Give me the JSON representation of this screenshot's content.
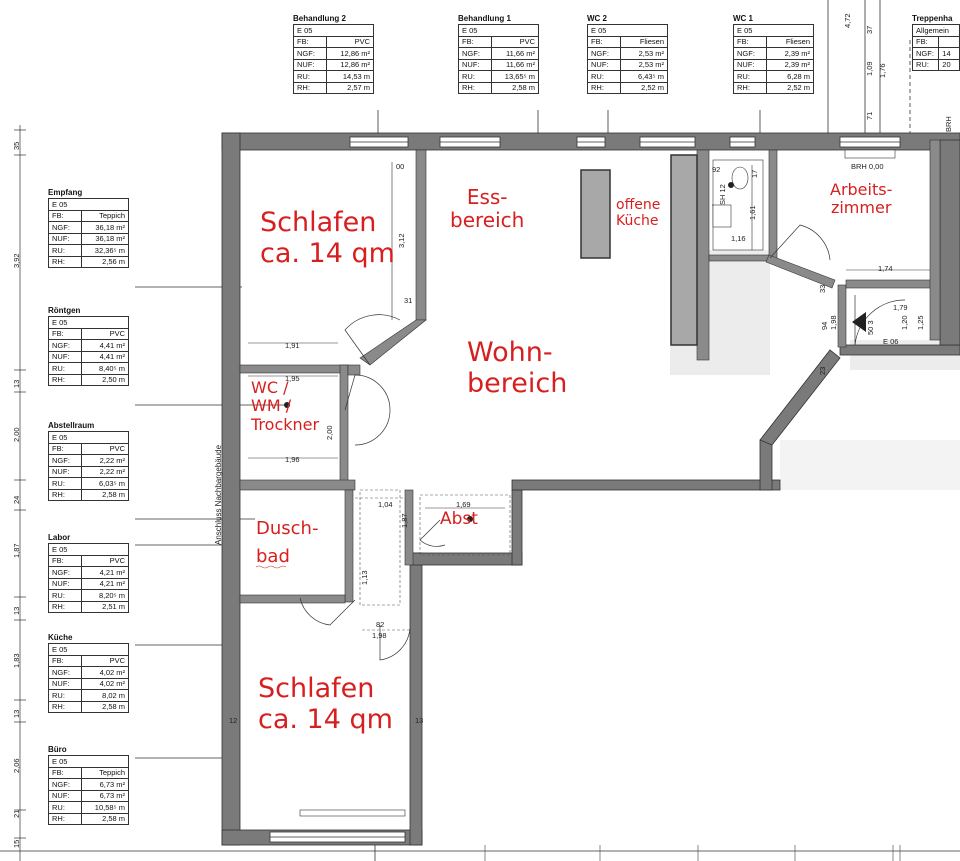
{
  "room_tables": [
    {
      "title": "Behandlung 2",
      "level": "E 05",
      "fb": "PVC",
      "ngf": "12,86 m²",
      "nuf": "12,86 m²",
      "ru": "14,53 m",
      "rh": "2,57 m"
    },
    {
      "title": "Behandlung 1",
      "level": "E 05",
      "fb": "PVC",
      "ngf": "11,66 m²",
      "nuf": "11,66 m²",
      "ru": "13,65⁵ m",
      "rh": "2,58 m"
    },
    {
      "title": "WC 2",
      "level": "E 05",
      "fb": "Fliesen",
      "ngf": "2,53 m²",
      "nuf": "2,53 m²",
      "ru": "6,43⁵ m",
      "rh": "2,52 m"
    },
    {
      "title": "WC 1",
      "level": "E 05",
      "fb": "Fliesen",
      "ngf": "2,39 m²",
      "nuf": "2,39 m²",
      "ru": "6,28 m",
      "rh": "2,52 m"
    },
    {
      "title": "Empfang",
      "level": "E 05",
      "fb": "Teppich",
      "ngf": "36,18 m²",
      "nuf": "36,18 m²",
      "ru": "32,36⁵ m",
      "rh": "2,56 m"
    },
    {
      "title": "Röntgen",
      "level": "E 05",
      "fb": "PVC",
      "ngf": "4,41 m²",
      "nuf": "4,41 m²",
      "ru": "8,40⁵ m",
      "rh": "2,50 m"
    },
    {
      "title": "Abstellraum",
      "level": "E 05",
      "fb": "PVC",
      "ngf": "2,22 m²",
      "nuf": "2,22 m²",
      "ru": "6,03⁵ m",
      "rh": "2,58 m"
    },
    {
      "title": "Labor",
      "level": "E 05",
      "fb": "PVC",
      "ngf": "4,21 m²",
      "nuf": "4,21 m²",
      "ru": "8,20⁵ m",
      "rh": "2,51 m"
    },
    {
      "title": "Küche",
      "level": "E 05",
      "fb": "PVC",
      "ngf": "4,02 m²",
      "nuf": "4,02 m²",
      "ru": "8,02 m",
      "rh": "2,58 m"
    },
    {
      "title": "Büro",
      "level": "E 05",
      "fb": "Teppich",
      "ngf": "6,73 m²",
      "nuf": "6,73 m²",
      "ru": "10,58⁵ m",
      "rh": "2,58 m"
    }
  ],
  "stair_table": {
    "title": "Treppenha",
    "row1": "Allgemein",
    "fb": "FB:",
    "ngf_key": "NGF:",
    "ngf": "14",
    "ru_key": "RU:",
    "ru": "20"
  },
  "row_keys": {
    "fb": "FB:",
    "ngf": "NGF:",
    "nuf": "NUF:",
    "ru": "RU:",
    "rh": "RH:"
  },
  "red_labels": {
    "schlafen_top": "Schlafen\nca. 14 qm",
    "essbereich": "Ess-\nbereich",
    "offene_kueche": "offene\nKüche",
    "arbeitszimmer": "Arbeits-\nzimmer",
    "wohnbereich": "Wohn-\nbereich",
    "wc_wm": "WC /\nWM /\nTrockner",
    "duschbad_1": "Dusch-",
    "duschbad_2": "bad",
    "abst": "Abst",
    "schlafen_bottom": "Schlafen\nca. 14 qm"
  },
  "side_dims": [
    "35",
    "3,92",
    "13",
    "2,00",
    "24",
    "1,87",
    "13",
    "1,83",
    "13",
    "2,06",
    "21",
    "15"
  ],
  "top_dims": [
    "4,72",
    "37",
    "1,09",
    "1,76",
    "71"
  ],
  "dims": {
    "d_191": "1,91",
    "d_195": "1,95",
    "d_196": "1,96",
    "d_174": "1,74",
    "d_169": "1,69",
    "d_104": "1,04",
    "d_82": "82",
    "d_198": "1,98",
    "d_116": "1,16",
    "d_179": "1,79",
    "d_312": "3,12",
    "d_200": "2,00",
    "d_113": "1,13",
    "d_31": "31",
    "d_12": "12",
    "d_13": "13",
    "d_brh": "BRH 0,00",
    "d_00": "00",
    "d_92": "92",
    "d_161": "1,61",
    "d_sh12": "SH 12",
    "d_94": "94",
    "d_198v": "1,98",
    "d_33": "33",
    "d_23": "23",
    "d_120": "1,20",
    "d_125": "1,25",
    "d_e06": "E 06",
    "d_503": "50 3",
    "d_brh_side": "BRH",
    "d_17": "17",
    "d_187": "1,87"
  },
  "left_side_text": "Anschluss Nachbargebäude"
}
